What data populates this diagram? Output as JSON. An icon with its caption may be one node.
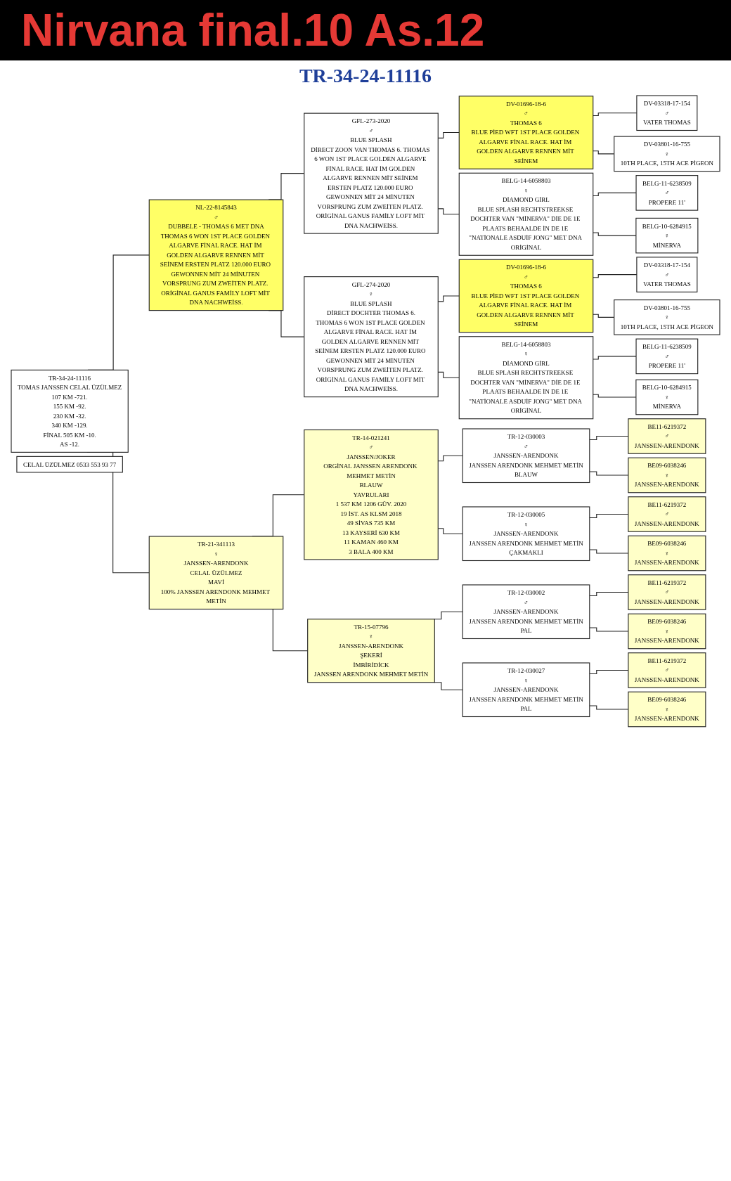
{
  "diagram": {
    "title": "Nirvana final.10 As.12",
    "nodes": [
      {
        "text": [
          "NL-22-8145843",
          "♂",
          "DUBBELE - THOMAS 6 MET DNA",
          "THOMAS 6 WON 1ST PLACE GOLDEN ALGARVE FİNAL RACE. HAT İM GOLDEN ALGARVE RENNEN MİT SEİNEM ERSTEN PLATZ 120.000 EURO GEWONNEN MİT 24 MİNUTEN VORSPRUNG ZUM ZWEİTEN PLATZ. ORİGİNAL GANUS FAMİLY LOFT MİT DNA NACHWEİSS."
        ]
      },
      {
        "text": [
          "TR-34-24-11116",
          "TOMAS JANSSEN CELAL ÜZÜLMEZ",
          "107 KM -721.",
          "155 KM -92.",
          "230 KM -32.",
          "340 KM -129.",
          "FİNAL 505 KM -10.",
          "AS -12."
        ]
      },
      {
        "text": [
          "TR-21-341113",
          "♀",
          "JANSSEN-ARENDONK",
          "CELAL ÜZÜLMEZ",
          "MAVİ",
          "100% JANSSEN ARENDONK MEHMET METİN"
        ]
      },
      {
        "text": [
          "CELAL ÜZÜLMEZ 0533 553 93 77"
        ]
      },
      {
        "text": [
          "GFL-273-2020",
          "♂",
          "BLUE SPLASH",
          "DİRECT ZOON VAN THOMAS 6. THOMAS 6 WON 1ST PLACE GOLDEN ALGARVE FİNAL RACE. HAT İM GOLDEN ALGARVE RENNEN MİT SEİNEM ERSTEN PLATZ 120.000 EURO GEWONNEN MİT 24 MİNUTEN VORSPRUNG ZUM ZWEİTEN PLATZ. ORİGİNAL GANUS FAMİLY LOFT MİT DNA NACHWEİSS."
        ]
      },
      {
        "text": [
          "GFL-274-2020",
          "♀",
          "BLUE SPLASH",
          "DİRECT DOCHTER THOMAS 6.",
          "THOMAS 6 WON 1ST PLACE GOLDEN ALGARVE FİNAL RACE. HAT İM GOLDEN ALGARVE RENNEN MİT SEİNEM ERSTEN PLATZ 120.000 EURO GEWONNEN MİT 24 MİNUTEN VORSPRUNG ZUM ZWEİTEN PLATZ. ORİGİNAL GANUS FAMİLY LOFT MİT DNA NACHWEİSS."
        ]
      },
      {
        "text": [
          "TR-14-021241",
          "♂",
          "JANSSEN/JOKER",
          "ORGİNAL JANSSEN ARENDONK MEHMET METİN",
          "BLAUW",
          "YAVRULARI",
          "1 537 KM 1206 GÜV. 2020",
          "19 İST. AS KLSM 2018",
          "49 SİVAS 735 KM",
          "13 KAYSERİ 630 KM",
          "11 KAMAN 460 KM",
          "3 BALA 400 KM"
        ]
      },
      {
        "text": [
          "TR-15-07796",
          "♀",
          "JANSSEN-ARENDONK",
          "ŞEKERİ",
          "İMBİRİDİCK",
          "JANSSEN ARENDONK MEHMET METİN"
        ]
      },
      {
        "text": [
          "DV-01696-18-6",
          "♂",
          "THOMAS 6",
          "BLUE PİED WFT 1ST PLACE GOLDEN ALGARVE FİNAL RACE. HAT İM GOLDEN ALGARVE RENNEN MİT SEİNEM"
        ]
      },
      {
        "text": [
          "BELG-14-6058803",
          "♀",
          "DİAMOND GİRL",
          "BLUE SPLASH RECHTSTREEKSE DOCHTER VAN \"MİNERVA\" DİE DE 1E PLAATS BEHAALDE İN DE 1E \"NATİONALE ASDUİF JONG\" MET DNA ORİGİNAL"
        ]
      },
      {
        "text": [
          "DV-01696-18-6",
          "♂",
          "THOMAS 6",
          "BLUE PİED WFT 1ST PLACE GOLDEN ALGARVE FİNAL RACE. HAT İM GOLDEN ALGARVE RENNEN MİT SEİNEM"
        ]
      },
      {
        "text": [
          "BELG-14-6058803",
          "♀",
          "DİAMOND GİRL",
          "BLUE SPLASH RECHTSTREEKSE DOCHTER VAN \"MİNERVA\" DİE DE 1E PLAATS BEHAALDE İN DE 1E \"NATİONALE ASDUİF JONG\" MET DNA ORİGİNAL"
        ]
      },
      {
        "text": [
          "TR-12-030003",
          "♂",
          "JANSSEN-ARENDONK",
          "JANSSEN ARENDONK MEHMET METİN",
          "BLAUW"
        ]
      },
      {
        "text": [
          "TR-12-030005",
          "♀",
          "JANSSEN-ARENDONK",
          "JANSSEN ARENDONK MEHMET METİN",
          "ÇAKMAKLI"
        ]
      },
      {
        "text": [
          "TR-12-030002",
          "♂",
          "JANSSEN-ARENDONK",
          "JANSSEN ARENDONK MEHMET METİN",
          "PAL"
        ]
      },
      {
        "text": [
          "TR-12-030027",
          "♀",
          "JANSSEN-ARENDONK",
          "JANSSEN ARENDONK MEHMET METİN",
          "PAL"
        ]
      },
      {
        "text": [
          "DV-03318-17-154",
          "♂",
          "VATER THOMAS"
        ]
      },
      {
        "text": [
          "DV-03801-16-755",
          "♀",
          "10TH PLACE, 15TH ACE PİGEON"
        ]
      },
      {
        "text": [
          "BELG-11-6238509",
          "♂",
          "PROPERE 11'"
        ]
      },
      {
        "text": [
          "BELG-10-6284915",
          "♀",
          "MİNERVA"
        ]
      },
      {
        "text": [
          "DV-03318-17-154",
          "♂",
          "VATER THOMAS"
        ]
      },
      {
        "text": [
          "DV-03801-16-755",
          "♀",
          "10TH PLACE, 15TH ACE PİGEON"
        ]
      },
      {
        "text": [
          "BELG-11-6238509",
          "♂",
          "PROPERE 11'"
        ]
      },
      {
        "text": [
          "BELG-10-6284915",
          "♀",
          "MİNERVA"
        ]
      },
      {
        "text": [
          "BE11-6219372",
          "♂",
          "JANSSEN-ARENDONK"
        ]
      },
      {
        "text": [
          "BE09-6038246",
          "♀",
          "JANSSEN-ARENDONK"
        ]
      },
      {
        "text": [
          "BE11-6219372",
          "♂",
          "JANSSEN-ARENDONK"
        ]
      },
      {
        "text": [
          "BE09-6038246",
          "♀",
          "JANSSEN-ARENDONK"
        ]
      },
      {
        "text": [
          "BE11-6219372",
          "♂",
          "JANSSEN-ARENDONK"
        ]
      },
      {
        "text": [
          "BE09-6038246",
          "♀",
          "JANSSEN-ARENDONK"
        ]
      },
      {
        "text": [
          "BE11-6219372",
          "♂",
          "JANSSEN-ARENDONK"
        ]
      },
      {
        "text": [
          "BE09-6038246",
          "♀",
          "JANSSEN-ARENDONK"
        ]
      }
    ],
    "edges": [
      {
        "from": 1,
        "to": 0,
        "arrow": "none"
      },
      {
        "from": 1,
        "to": 2,
        "arrow": "none"
      },
      {
        "from": 0,
        "to": 4,
        "arrow": "none"
      },
      {
        "from": 0,
        "to": 5,
        "arrow": "none"
      },
      {
        "from": 2,
        "to": 6,
        "arrow": "none"
      },
      {
        "from": 2,
        "to": 7,
        "arrow": "none"
      },
      {
        "from": 4,
        "to": 8,
        "arrow": "none"
      },
      {
        "from": 4,
        "to": 9,
        "arrow": "none"
      },
      {
        "from": 5,
        "to": 10,
        "arrow": "none"
      },
      {
        "from": 5,
        "to": 11,
        "arrow": "none"
      },
      {
        "from": 6,
        "to": 12,
        "arrow": "none"
      },
      {
        "from": 6,
        "to": 13,
        "arrow": "none"
      },
      {
        "from": 7,
        "to": 14,
        "arrow": "none"
      },
      {
        "from": 7,
        "to": 15,
        "arrow": "none"
      },
      {
        "from": 8,
        "to": 16,
        "arrow": "none"
      },
      {
        "from": 8,
        "to": 17,
        "arrow": "none"
      },
      {
        "from": 9,
        "to": 18,
        "arrow": "none"
      },
      {
        "from": 9,
        "to": 19,
        "arrow": "none"
      },
      {
        "from": 10,
        "to": 20,
        "arrow": "none"
      },
      {
        "from": 10,
        "to": 21,
        "arrow": "none"
      },
      {
        "from": 11,
        "to": 22,
        "arrow": "none"
      },
      {
        "from": 11,
        "to": 23,
        "arrow": "none"
      },
      {
        "from": 12,
        "to": 24,
        "arrow": "none"
      },
      {
        "from": 12,
        "to": 25,
        "arrow": "none"
      },
      {
        "from": 13,
        "to": 26,
        "arrow": "none"
      },
      {
        "from": 13,
        "to": 27,
        "arrow": "none"
      },
      {
        "from": 14,
        "to": 28,
        "arrow": "none"
      },
      {
        "from": 14,
        "to": 29,
        "arrow": "none"
      },
      {
        "from": 15,
        "to": 30,
        "arrow": "none"
      },
      {
        "from": 15,
        "to": 31,
        "arrow": "none"
      }
    ],
    "labels": [
      "TR-34-24-11116"
    ]
  }
}
